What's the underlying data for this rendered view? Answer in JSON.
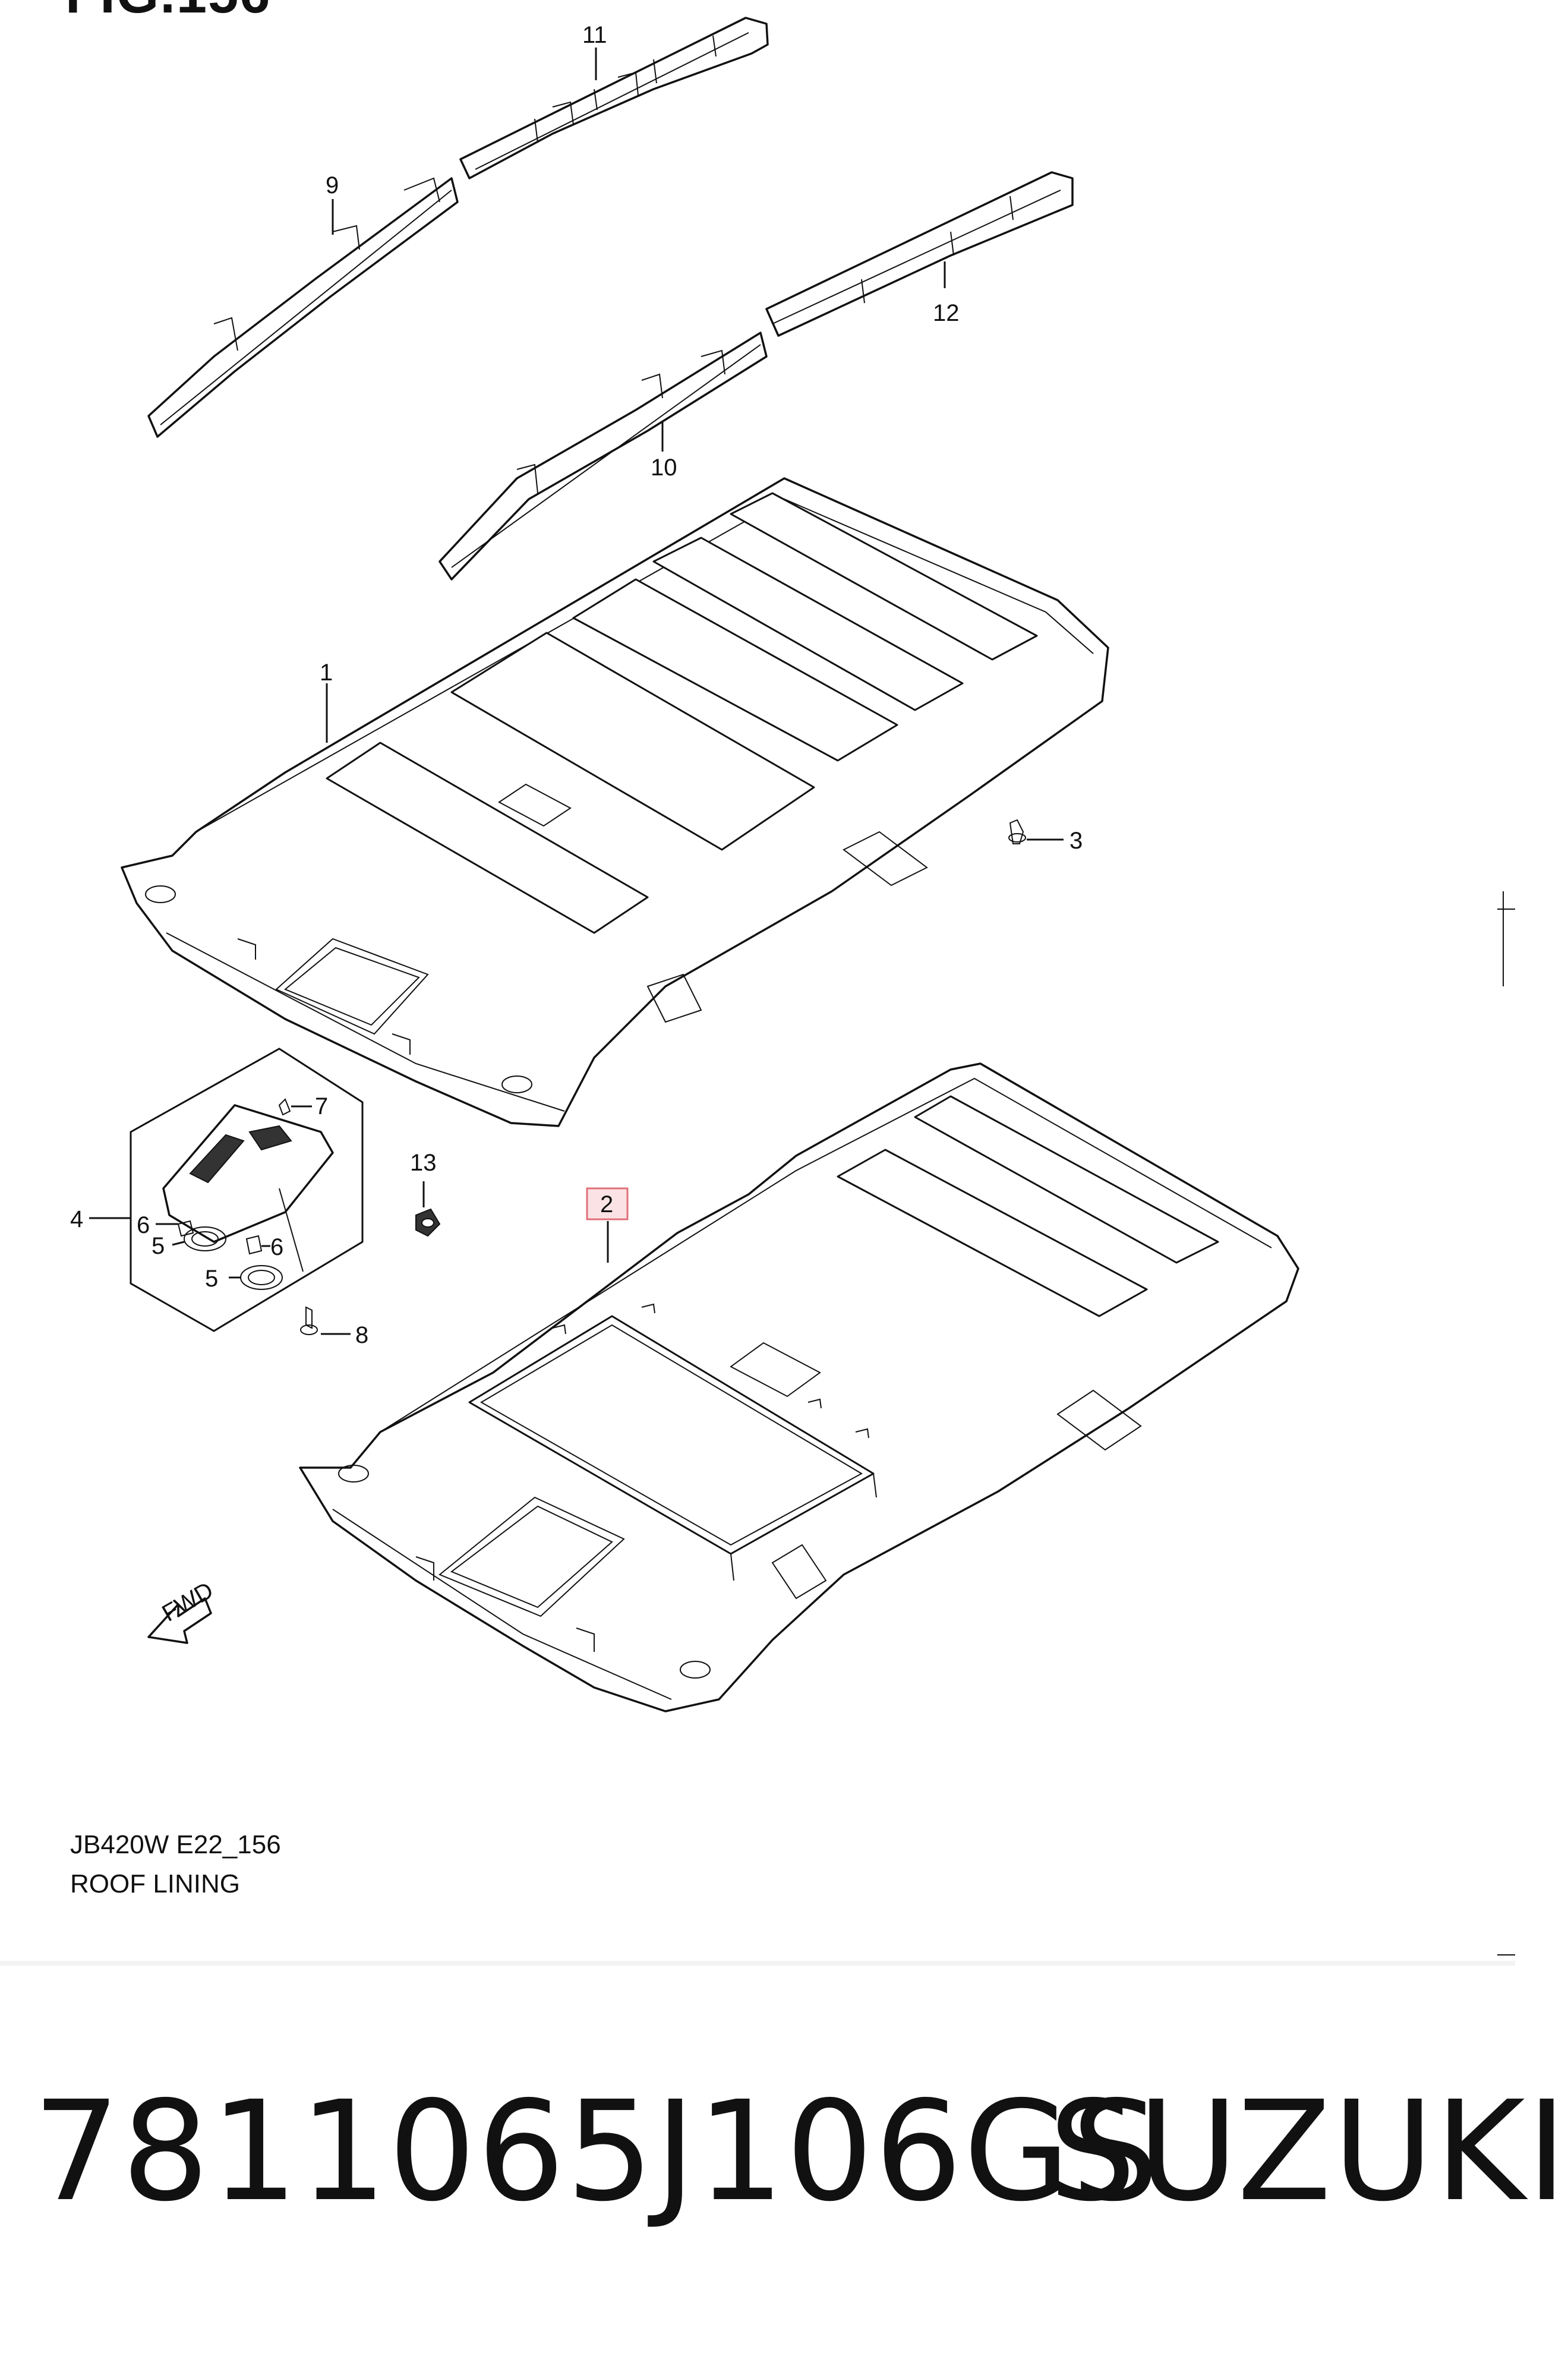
{
  "figure": {
    "title": "FIG.156",
    "code": "JB420W E22_156",
    "name": "ROOF LINING"
  },
  "callouts": [
    {
      "label": "11"
    },
    {
      "label": "9"
    },
    {
      "label": "12"
    },
    {
      "label": "10"
    },
    {
      "label": "1"
    },
    {
      "label": "3"
    },
    {
      "label": "7"
    },
    {
      "label": "4"
    },
    {
      "label": "6"
    },
    {
      "label": "5"
    },
    {
      "label": "6"
    },
    {
      "label": "5"
    },
    {
      "label": "8"
    },
    {
      "label": "13"
    },
    {
      "label": "2"
    }
  ],
  "highlighted_callout": "2",
  "direction_marker": "FWD",
  "caption": {
    "part_number": "7811065J106GS",
    "brand": "SUZUKI"
  },
  "colors": {
    "line": "#111111",
    "highlight_border": "#e0707a",
    "highlight_fill": "#fbe3e5",
    "background": "#ffffff"
  }
}
